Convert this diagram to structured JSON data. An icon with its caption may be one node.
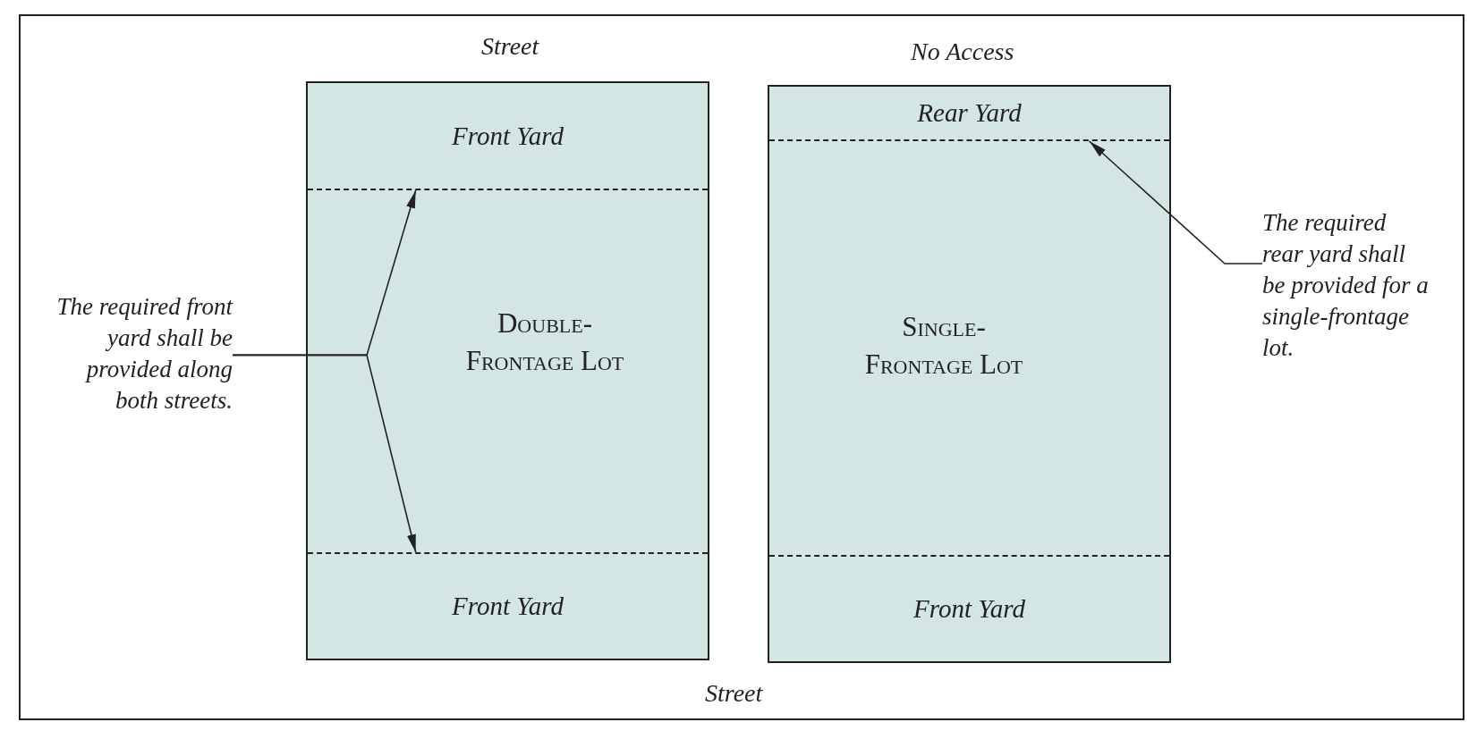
{
  "diagram": {
    "nodes": [
      {
        "text": [
          "Double-Frontage Lot"
        ]
      },
      {
        "text": [
          "Front Yard"
        ],
        "in": 0
      },
      {
        "text": [
          "Front Yard"
        ],
        "in": 0
      },
      {
        "text": [
          "Single-Frontage Lot"
        ]
      },
      {
        "text": [
          "Rear Yard"
        ],
        "in": 3
      },
      {
        "text": [
          "Front Yard"
        ],
        "in": 3
      },
      {
        "text": [
          "The required front yard shall be provided along both streets."
        ]
      },
      {
        "text": [
          "The required rear yard shall be provided for a single-frontage lot."
        ]
      }
    ],
    "edges": [
      {
        "from": 6,
        "to": 1,
        "arrow": "to"
      },
      {
        "from": 6,
        "to": 2,
        "arrow": "to"
      },
      {
        "from": 7,
        "to": 4,
        "arrow": "to"
      }
    ],
    "labels": [
      "Street",
      "No Access",
      "Street"
    ]
  }
}
